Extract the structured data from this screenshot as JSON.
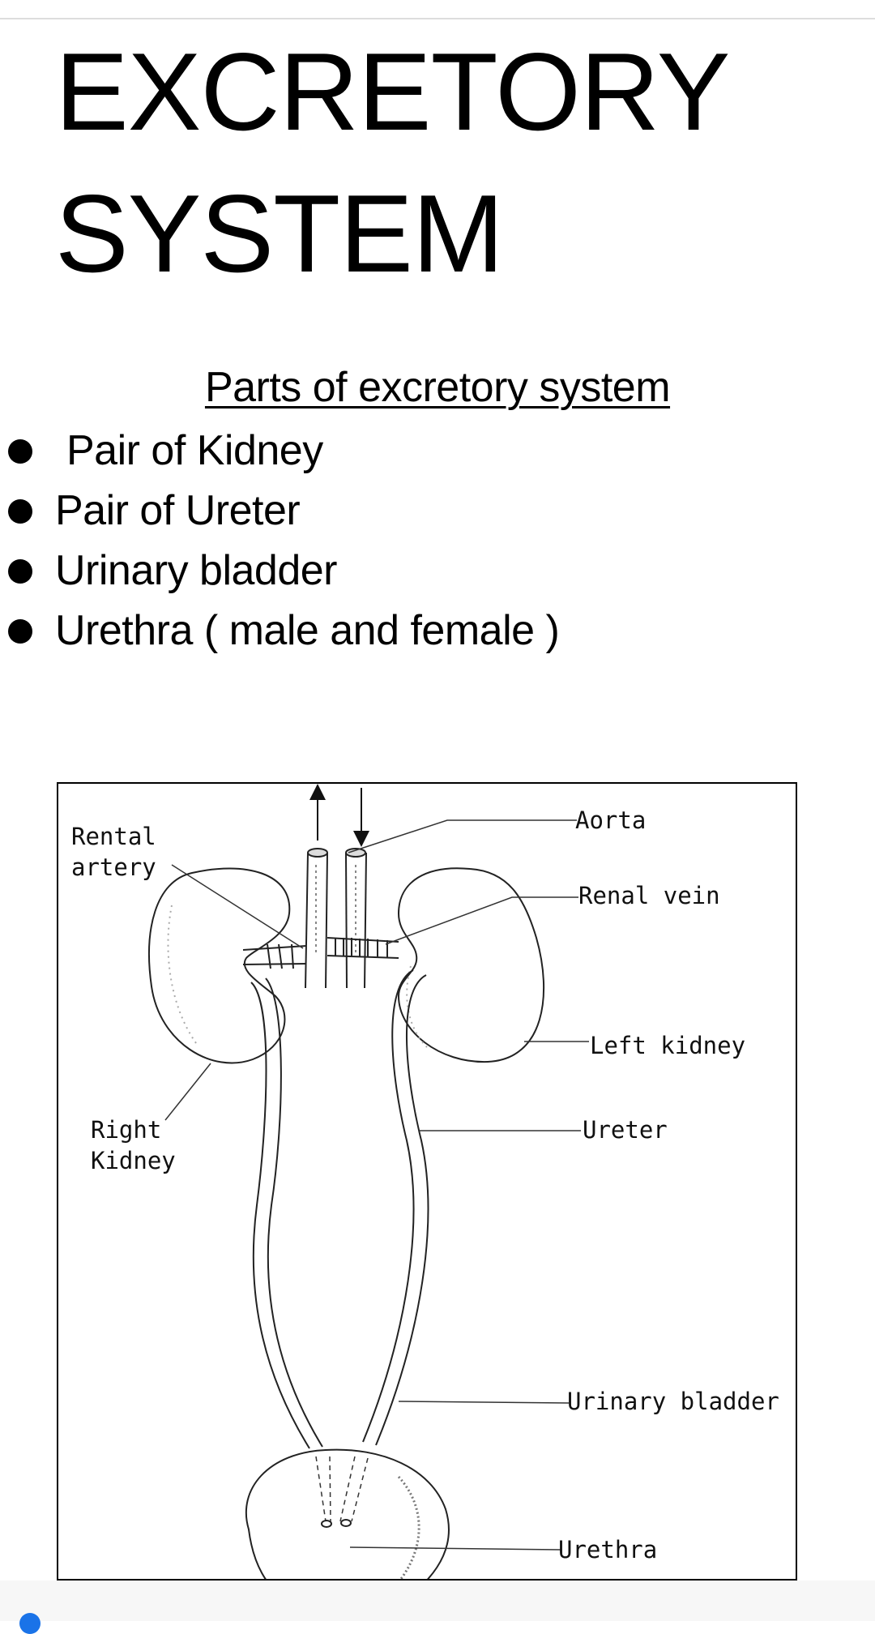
{
  "document": {
    "title_line1": "EXCRETORY",
    "title_line2": "SYSTEM",
    "subheading": "Parts of excretory system",
    "parts": [
      "Pair of Kidney",
      "Pair of Ureter",
      "Urinary bladder",
      "Urethra ( male and female )"
    ]
  },
  "diagram": {
    "labels": {
      "rental_artery_line1": "Rental",
      "rental_artery_line2": "artery",
      "aorta": "Aorta",
      "renal_vein": "Renal vein",
      "left_kidney": "Left kidney",
      "right_kidney_line1": "Right",
      "right_kidney_line2": "Kidney",
      "ureter": "Ureter",
      "urinary_bladder": "Urinary bladder",
      "urethra": "Urethra"
    }
  },
  "colors": {
    "text": "#000000",
    "accent": "#1a73e8"
  }
}
